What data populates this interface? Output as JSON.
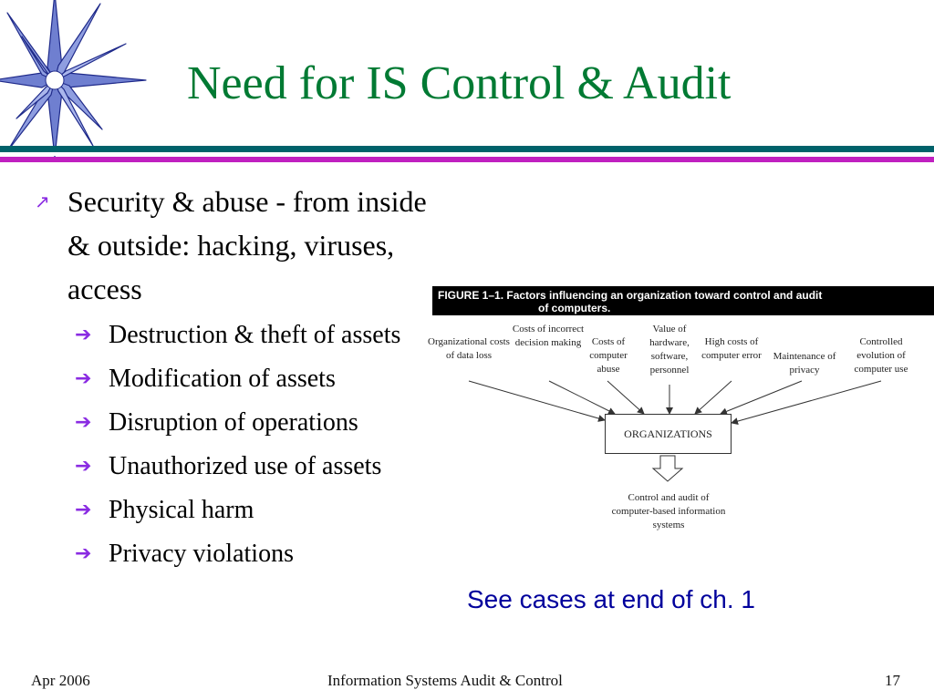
{
  "slide": {
    "title": "Need for IS Control & Audit",
    "bullets": [
      {
        "text": "Security & abuse - from inside & outside: hacking, viruses, access",
        "sub": [
          "Destruction & theft of assets",
          "Modification of assets",
          "Disruption of operations",
          "Unauthorized use of assets",
          "Physical harm",
          "Privacy violations"
        ]
      }
    ],
    "figure": {
      "caption_line1": "FIGURE 1–1.  Factors influencing an organization toward control and audit",
      "caption_line2": "of computers.",
      "factors": [
        "Organizational costs of data loss",
        "Costs of incorrect decision making",
        "Costs of computer abuse",
        "Value of hardware, software, personnel",
        "High costs of computer error",
        "Maintenance of privacy",
        "Controlled evolution of computer use"
      ],
      "center": "ORGANIZATIONS",
      "outcome": "Control and audit of computer-based information systems"
    },
    "note": "See cases at end of ch. 1",
    "footer": {
      "date": "Apr 2006",
      "center": "Information Systems Audit & Control",
      "page": "17"
    },
    "colors": {
      "title": "#007a33",
      "band_teal": "#00626a",
      "band_magenta": "#c020c0",
      "bullet_marker": "#8a2be2",
      "note": "#00009c"
    },
    "icons": {
      "bullet_level1": "arrow-up-right-icon",
      "bullet_level2": "arrow-right-icon",
      "decoration": "star-icon"
    }
  }
}
